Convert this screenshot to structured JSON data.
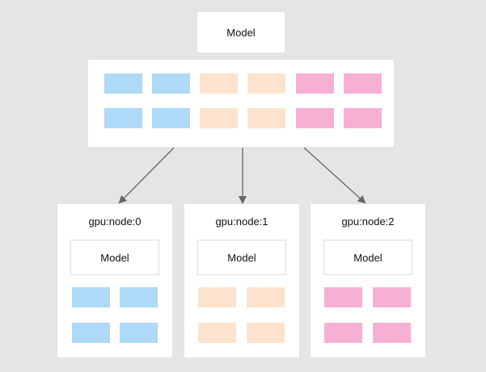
{
  "top_model_label": "Model",
  "colors": {
    "background": "#e5e5e5",
    "blue": "#aed9f7",
    "peach": "#fde3cd",
    "pink": "#f6b0d4",
    "arrow": "#666666"
  },
  "nodes": [
    {
      "title": "gpu:node:0",
      "model_label": "Model",
      "color": "blue"
    },
    {
      "title": "gpu:node:1",
      "model_label": "Model",
      "color": "peach"
    },
    {
      "title": "gpu:node:2",
      "model_label": "Model",
      "color": "pink"
    }
  ]
}
